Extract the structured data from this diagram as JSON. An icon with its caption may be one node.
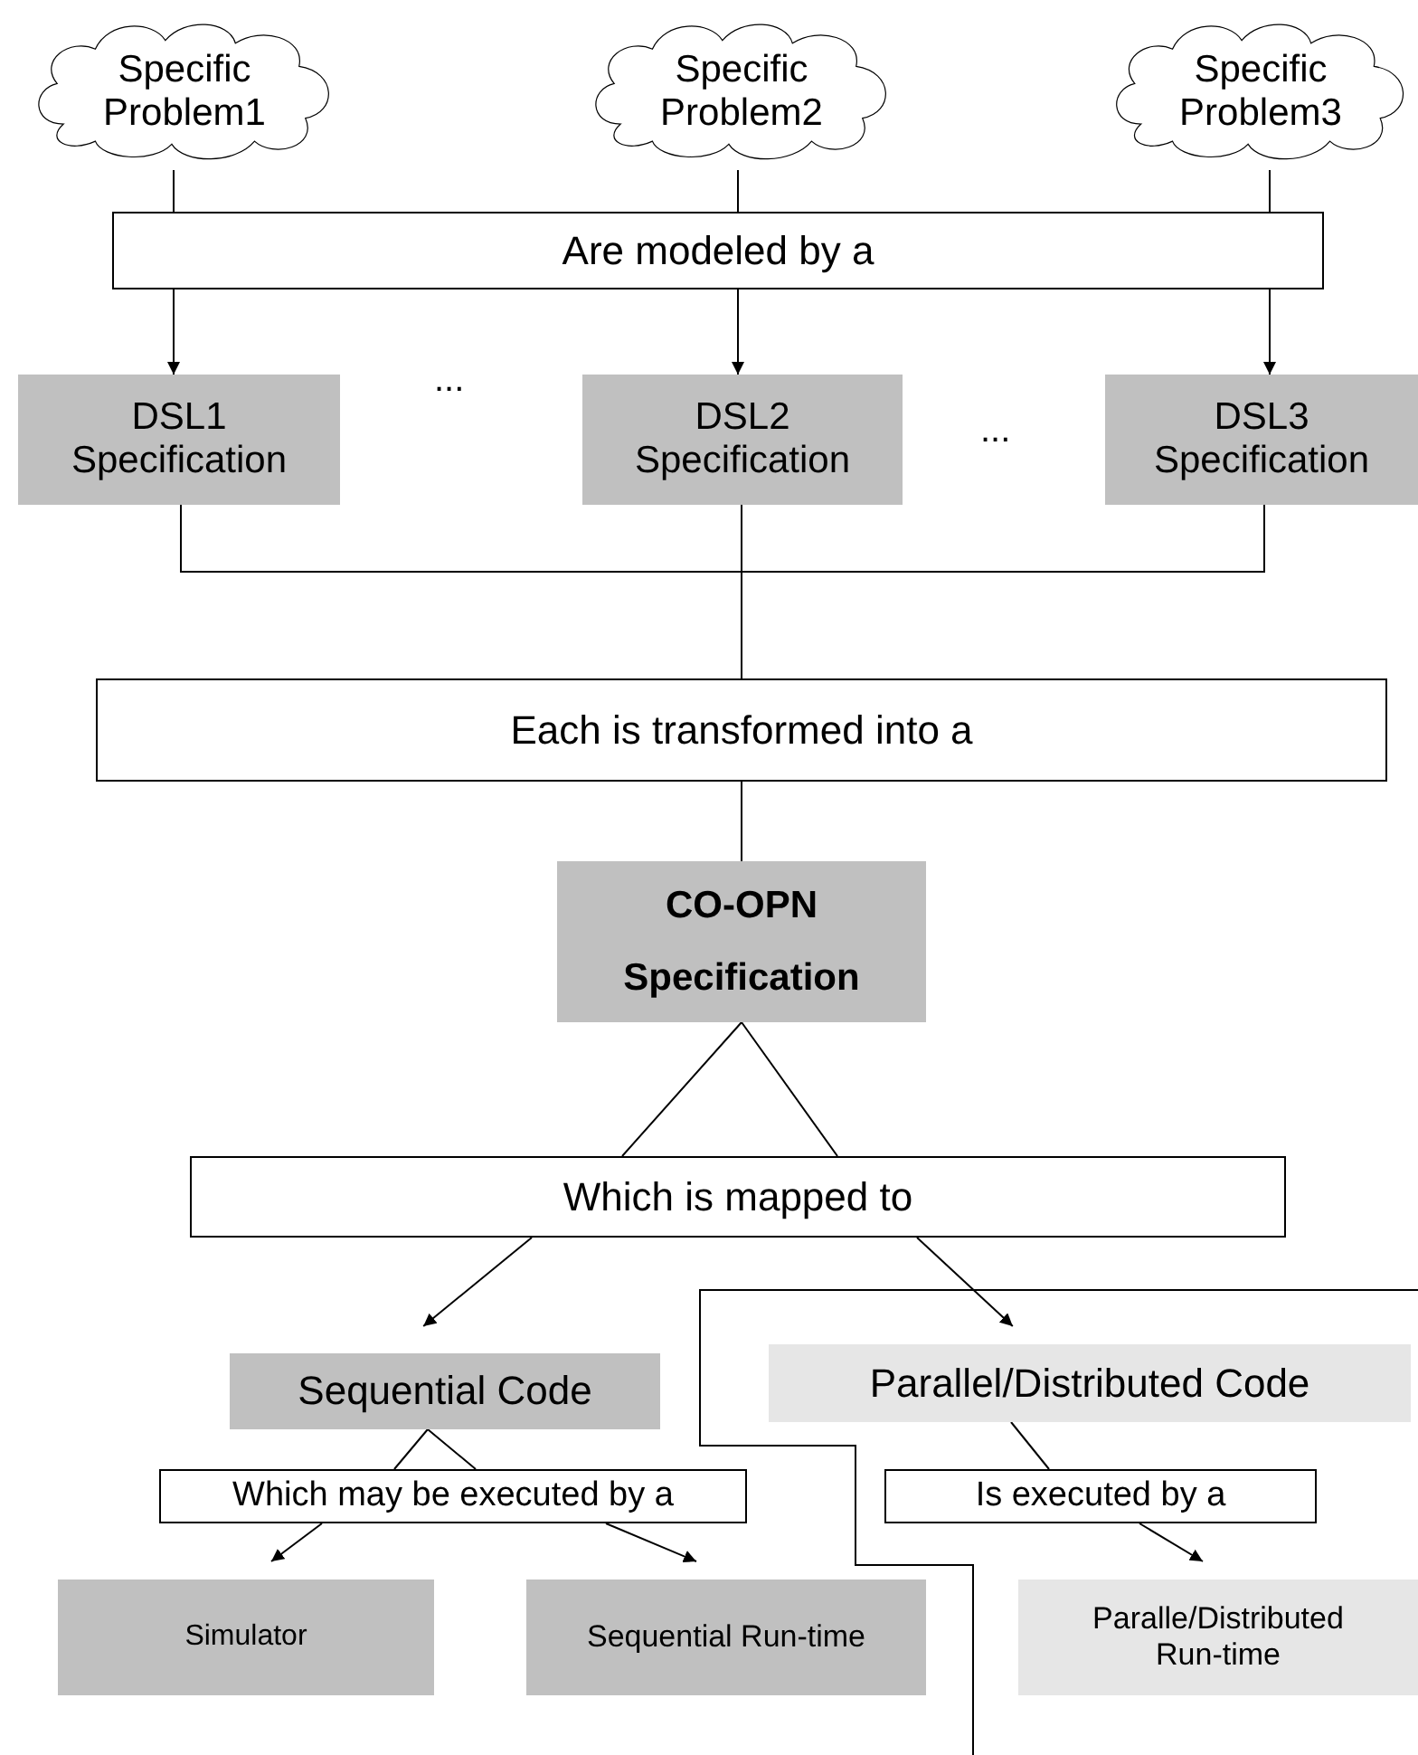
{
  "diagram": {
    "nodes": [
      {
        "text": [
          "Specific Problem1"
        ]
      },
      {
        "text": [
          "Specific Problem2"
        ]
      },
      {
        "text": [
          "Specific Problem3"
        ]
      },
      {
        "text": [
          "Are modeled by a"
        ]
      },
      {
        "text": [
          "DSL1 Specification"
        ]
      },
      {
        "text": [
          "DSL2 Specification"
        ]
      },
      {
        "text": [
          "DSL3 Specification"
        ]
      },
      {
        "text": [
          "Each is transformed into a"
        ]
      },
      {
        "text": [
          "CO-OPN Specification"
        ]
      },
      {
        "text": [
          "Which is mapped to"
        ]
      },
      {
        "text": [
          "Sequential Code"
        ]
      },
      {
        "text": [
          "Parallel/Distributed Code"
        ]
      },
      {
        "text": [
          "Which may be executed by a"
        ]
      },
      {
        "text": [
          "Is executed by a"
        ]
      },
      {
        "text": [
          "Simulator"
        ]
      },
      {
        "text": [
          "Sequential Run-time"
        ]
      },
      {
        "text": [
          "Paralle/Distributed Run-time"
        ]
      }
    ],
    "edges": [
      {
        "from": 0,
        "to": 3,
        "arrow": "none"
      },
      {
        "from": 1,
        "to": 3,
        "arrow": "none"
      },
      {
        "from": 2,
        "to": 3,
        "arrow": "none"
      },
      {
        "from": 3,
        "to": 4,
        "arrow": "to"
      },
      {
        "from": 3,
        "to": 5,
        "arrow": "to"
      },
      {
        "from": 3,
        "to": 6,
        "arrow": "to"
      },
      {
        "from": 4,
        "to": 7,
        "arrow": "none"
      },
      {
        "from": 5,
        "to": 7,
        "arrow": "none"
      },
      {
        "from": 6,
        "to": 7,
        "arrow": "none"
      },
      {
        "from": 7,
        "to": 8,
        "arrow": "none"
      },
      {
        "from": 8,
        "to": 9,
        "arrow": "none"
      },
      {
        "from": 9,
        "to": 10,
        "arrow": "to"
      },
      {
        "from": 9,
        "to": 11,
        "arrow": "to"
      },
      {
        "from": 10,
        "to": 12,
        "arrow": "none"
      },
      {
        "from": 12,
        "to": 14,
        "arrow": "to"
      },
      {
        "from": 12,
        "to": 15,
        "arrow": "to"
      },
      {
        "from": 11,
        "to": 13,
        "arrow": "none"
      },
      {
        "from": 13,
        "to": 16,
        "arrow": "to"
      }
    ],
    "labels": [
      "...",
      "..."
    ]
  }
}
